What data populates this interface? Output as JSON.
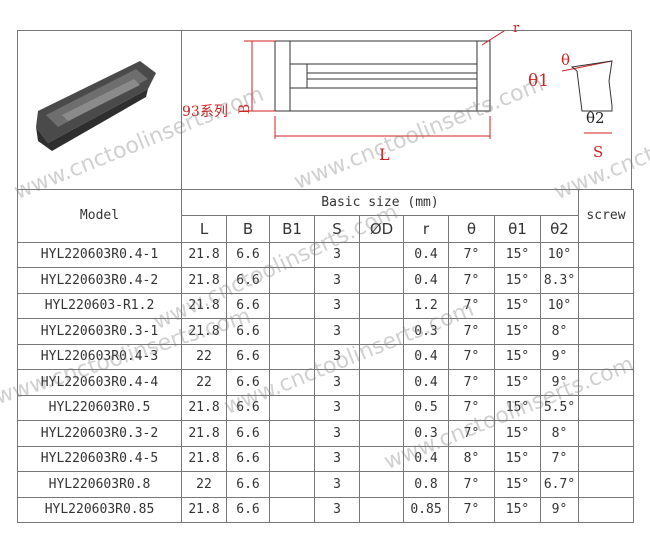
{
  "drawing": {
    "series_label": "93系列",
    "dim_B": "B",
    "dim_L": "L",
    "dim_S": "S",
    "dim_r": "r",
    "theta": "θ",
    "theta1": "θ1",
    "theta2": "θ2"
  },
  "watermark": "www.cnctoolinserts.com",
  "table": {
    "model_header": "Model",
    "group_header": "Basic size (mm)",
    "screw_header": "screw",
    "columns": [
      "L",
      "B",
      "B1",
      "S",
      "ØD",
      "r",
      "θ",
      "θ1",
      "θ2"
    ],
    "rows": [
      [
        "HYL220603R0.4-1",
        "21.8",
        "6.6",
        "",
        "3",
        "",
        "0.4",
        "7°",
        "15°",
        "10°",
        ""
      ],
      [
        "HYL220603R0.4-2",
        "21.8",
        "6.6",
        "",
        "3",
        "",
        "0.4",
        "7°",
        "15°",
        "8.3°",
        ""
      ],
      [
        "HYL220603-R1.2",
        "21.8",
        "6.6",
        "",
        "3",
        "",
        "1.2",
        "7°",
        "15°",
        "10°",
        ""
      ],
      [
        "HYL220603R0.3-1",
        "21.8",
        "6.6",
        "",
        "3",
        "",
        "0.3",
        "7°",
        "15°",
        "8°",
        ""
      ],
      [
        "HYL220603R0.4-3",
        "22",
        "6.6",
        "",
        "3",
        "",
        "0.4",
        "7°",
        "15°",
        "9°",
        ""
      ],
      [
        "HYL220603R0.4-4",
        "22",
        "6.6",
        "",
        "3",
        "",
        "0.4",
        "7°",
        "15°",
        "9°",
        ""
      ],
      [
        "HYL220603R0.5",
        "21.8",
        "6.6",
        "",
        "3",
        "",
        "0.5",
        "7°",
        "15°",
        "5.5°",
        ""
      ],
      [
        "HYL220603R0.3-2",
        "21.8",
        "6.6",
        "",
        "3",
        "",
        "0.3",
        "7°",
        "15°",
        "8°",
        ""
      ],
      [
        "HYL220603R0.4-5",
        "21.8",
        "6.6",
        "",
        "3",
        "",
        "0.4",
        "8°",
        "15°",
        "7°",
        ""
      ],
      [
        "HYL220603R0.8",
        "22",
        "6.6",
        "",
        "3",
        "",
        "0.8",
        "7°",
        "15°",
        "6.7°",
        ""
      ],
      [
        "HYL220603R0.85",
        "21.8",
        "6.6",
        "",
        "3",
        "",
        "0.85",
        "7°",
        "15°",
        "9°",
        ""
      ]
    ]
  }
}
